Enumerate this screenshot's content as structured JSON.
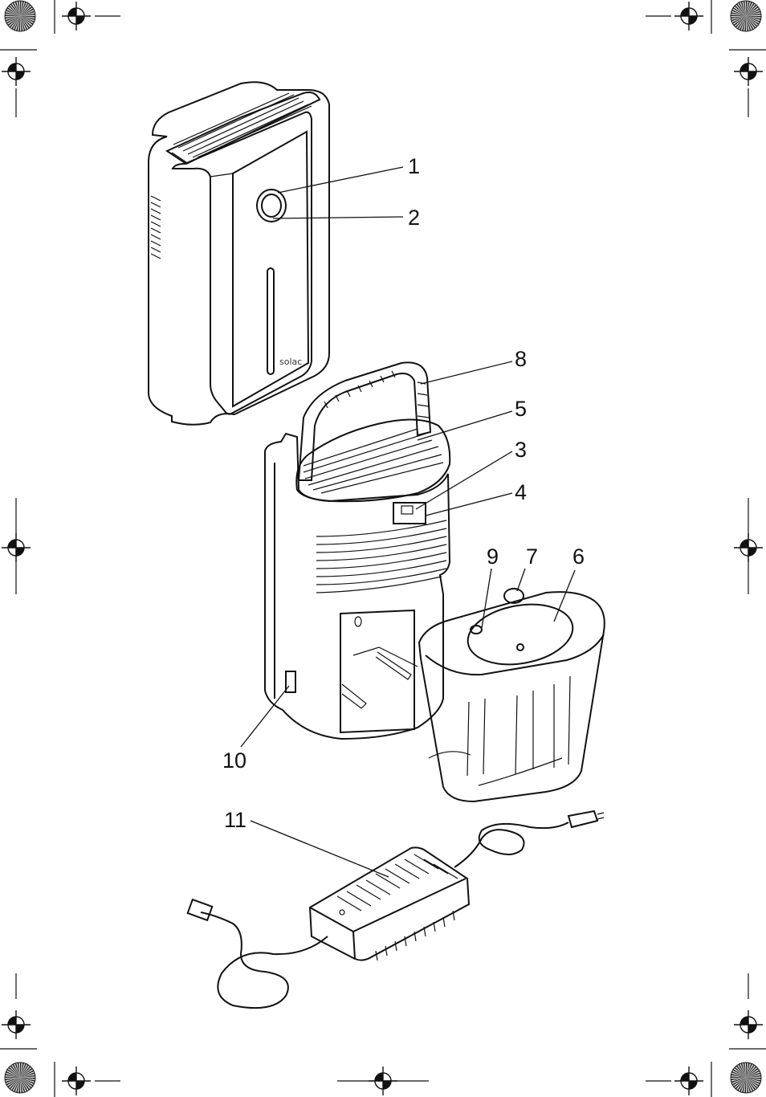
{
  "callouts": [
    {
      "id": "1",
      "label": "1"
    },
    {
      "id": "2",
      "label": "2"
    },
    {
      "id": "8",
      "label": "8"
    },
    {
      "id": "5",
      "label": "5"
    },
    {
      "id": "3",
      "label": "3"
    },
    {
      "id": "4",
      "label": "4"
    },
    {
      "id": "9",
      "label": "9"
    },
    {
      "id": "7",
      "label": "7"
    },
    {
      "id": "6",
      "label": "6"
    },
    {
      "id": "10",
      "label": "10"
    },
    {
      "id": "11",
      "label": "11"
    }
  ],
  "brand": "solac",
  "colors": {
    "line": "#111111",
    "background": "#ffffff"
  }
}
